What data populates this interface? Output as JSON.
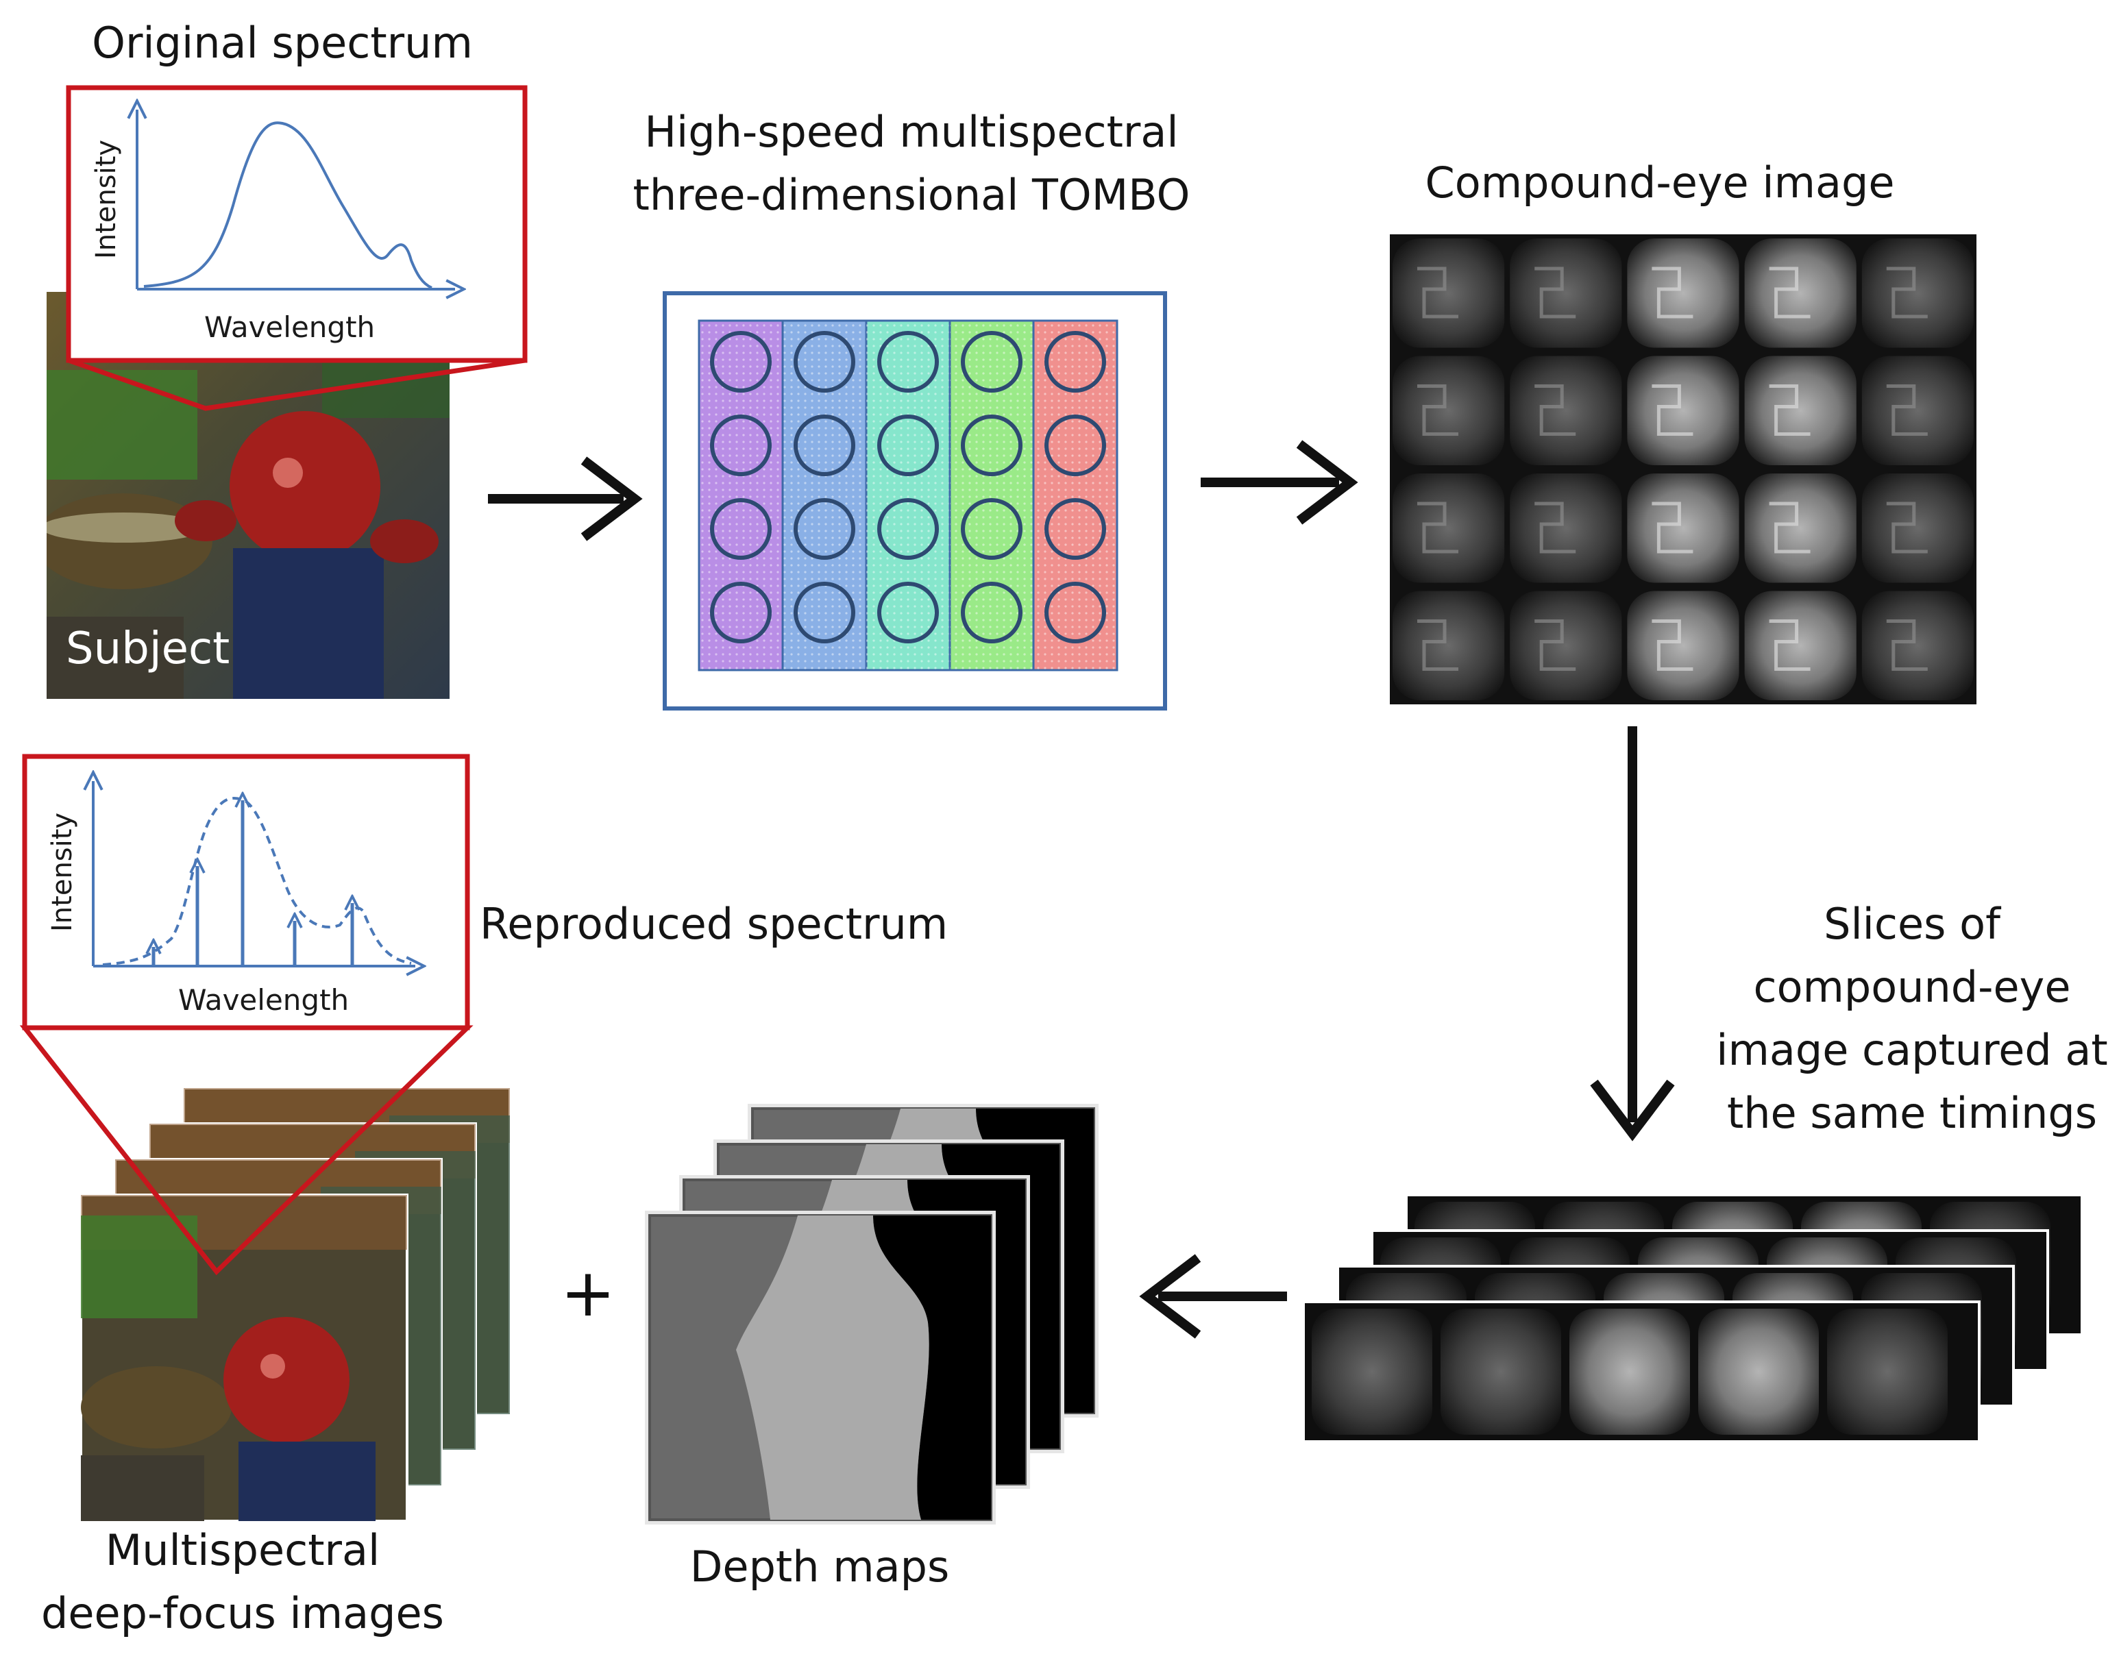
{
  "labels": {
    "original_spectrum": "Original spectrum",
    "tombo_line1": "High-speed multispectral",
    "tombo_line2": "three-dimensional TOMBO",
    "compound_eye": "Compound-eye image",
    "subject": "Subject",
    "reproduced_spectrum": "Reproduced spectrum",
    "slices_line1": "Slices of",
    "slices_line2": "compound-eye",
    "slices_line3": "image captured at",
    "slices_line4": "the same timings",
    "plus": "+",
    "multispectral_line1": "Multispectral",
    "multispectral_line2": "deep-focus images",
    "depth_maps": "Depth maps"
  },
  "inset_original": {
    "ylabel": "Intensity",
    "xlabel": "Wavelength"
  },
  "inset_reproduced": {
    "ylabel": "Intensity",
    "xlabel": "Wavelength"
  },
  "filter_columns": [
    {
      "name": "violet",
      "color": "#b98ee6"
    },
    {
      "name": "blue",
      "color": "#8ab0e6"
    },
    {
      "name": "cyan",
      "color": "#86e6cc"
    },
    {
      "name": "green",
      "color": "#9aea88"
    },
    {
      "name": "red",
      "color": "#f0908e"
    }
  ],
  "lens_grid": {
    "rows": 4,
    "cols": 5
  },
  "compound_eye_grid": {
    "rows": 4,
    "cols": 5
  },
  "stack_counts": {
    "slices": 4,
    "multispectral": 4,
    "depth_maps": 4
  },
  "colors": {
    "callout_border": "#c8161d",
    "plot_line": "#4a78b8",
    "lens_ring": "#2e4a72",
    "device_border": "#3e6aa8",
    "arrow": "#111111"
  }
}
